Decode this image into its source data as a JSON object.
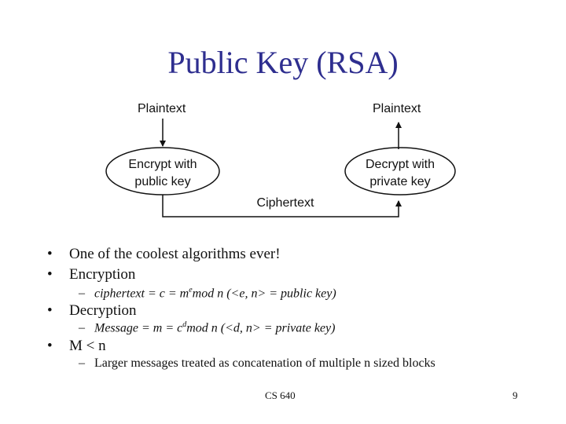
{
  "slide": {
    "title": "Public Key (RSA)",
    "diagram": {
      "plaintext_left": "Plaintext",
      "plaintext_right": "Plaintext",
      "encrypt_line1": "Encrypt with",
      "encrypt_line2": "public key",
      "decrypt_line1": "Decrypt with",
      "decrypt_line2": "private key",
      "ciphertext": "Ciphertext"
    },
    "bullets": {
      "b1": "One of the coolest algorithms ever!",
      "b2": "Encryption",
      "b2_sub": {
        "pre": "ciphertext = c = m",
        "exp": "e",
        "post": "mod n   (<e, n> = public key)"
      },
      "b3": "Decryption",
      "b3_sub": {
        "pre": "Message = m =  c",
        "exp": "d",
        "post": "mod n    (<d, n> = private key)"
      },
      "b4": "M < n",
      "b4_sub": "Larger messages treated as concatenation of multiple n sized blocks"
    },
    "bullet_symbol": "•",
    "dash_symbol": "–",
    "footer": {
      "course": "CS 640",
      "page": "9"
    }
  }
}
